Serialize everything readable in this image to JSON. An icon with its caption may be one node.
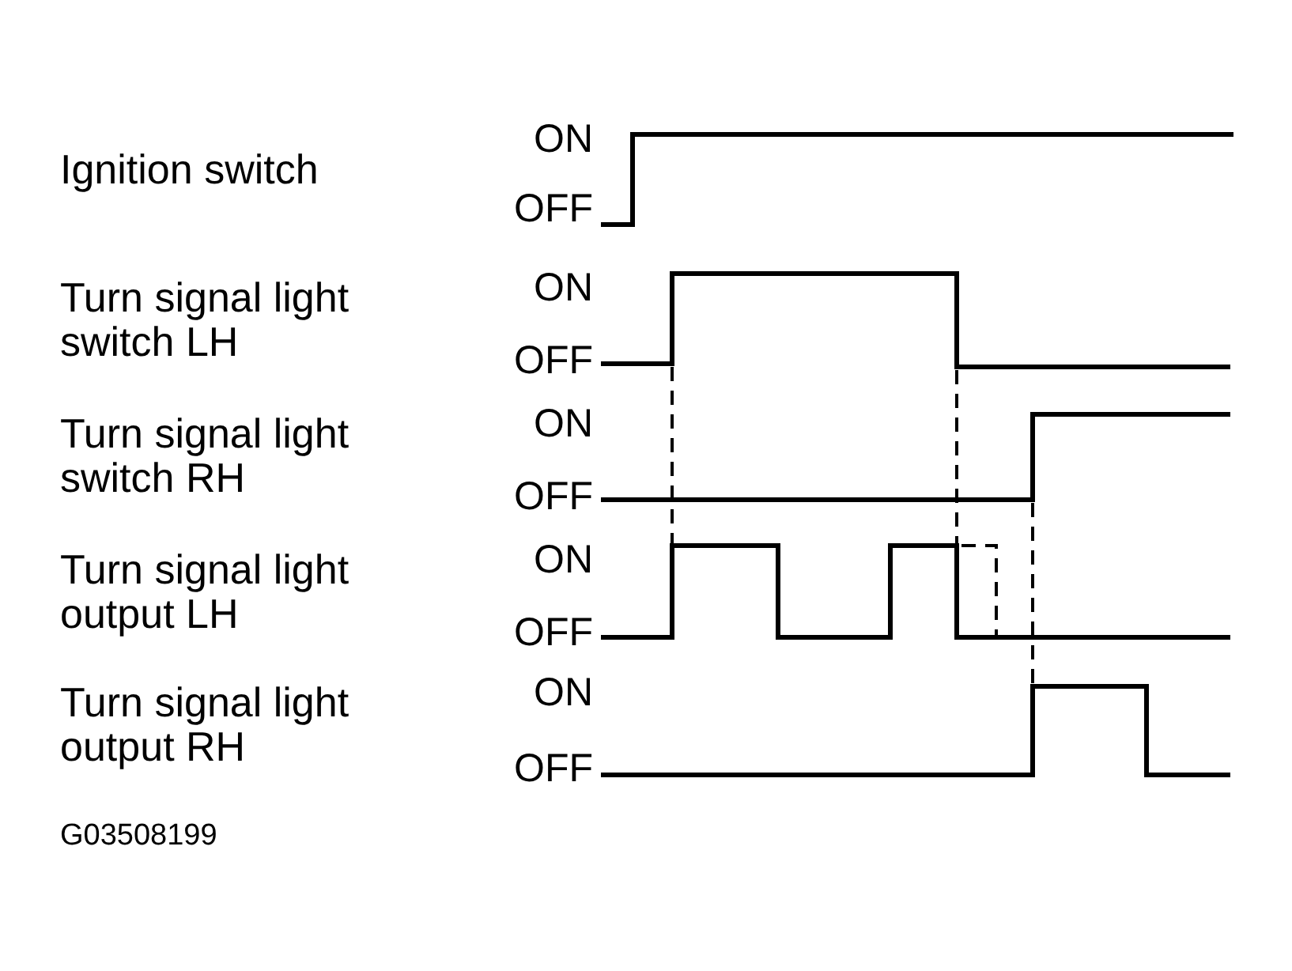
{
  "diagram": {
    "labels": [
      "Ignition switch",
      "ON",
      "OFF",
      "Turn signal light switch LH",
      "ON",
      "OFF",
      "Turn signal light switch RH",
      "ON",
      "OFF",
      "Turn signal light output LH",
      "ON",
      "OFF",
      "Turn signal light output RH",
      "ON",
      "OFF",
      "G03508199"
    ]
  }
}
